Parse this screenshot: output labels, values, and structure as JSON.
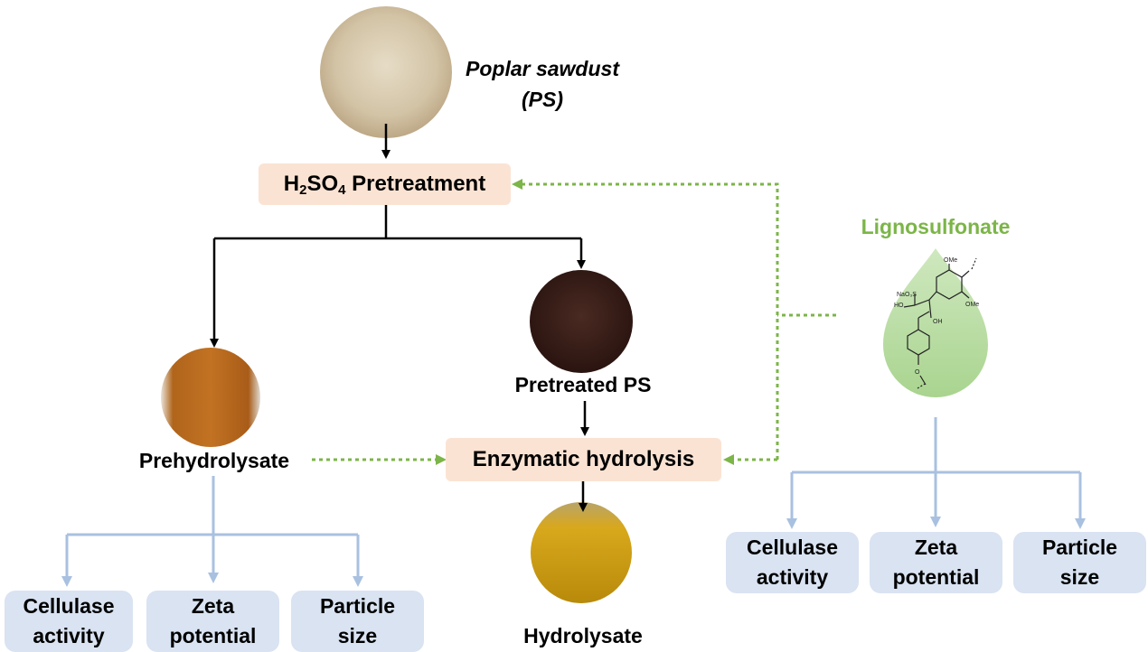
{
  "source_material": {
    "line1": "Poplar sawdust",
    "line2": "(PS)"
  },
  "pretreatment": {
    "formula": "H",
    "sub1": "2",
    "mid": "SO",
    "sub2": "4",
    "rest": " Pretreatment"
  },
  "prehydrolysate": "Prehydrolysate",
  "pretreated": "Pretreated PS",
  "enzymatic": "Enzymatic hydrolysis",
  "hydrolysate": "Hydrolysate",
  "lignosulfonate": {
    "title": "Lignosulfonate",
    "structure_labels": {
      "ome_top": "OMe",
      "ome_right": "OMe",
      "naso3": "NaO₃S",
      "ho": "HO",
      "oh": "OH",
      "o": "O"
    }
  },
  "left_properties": [
    {
      "line1": "Cellulase",
      "line2": "activity"
    },
    {
      "line1": "Zeta",
      "line2": "potential"
    },
    {
      "line1": "Particle",
      "line2": "size"
    }
  ],
  "right_properties": [
    {
      "line1": "Cellulase",
      "line2": "activity"
    },
    {
      "line1": "Zeta",
      "line2": "potential"
    },
    {
      "line1": "Particle",
      "line2": "size"
    }
  ],
  "colors": {
    "process_fill": "#fbe3d3",
    "property_fill": "#d9e3f2",
    "green_accent": "#7cb548",
    "blue_line": "#a9c1e0",
    "arrow": "#000000"
  }
}
